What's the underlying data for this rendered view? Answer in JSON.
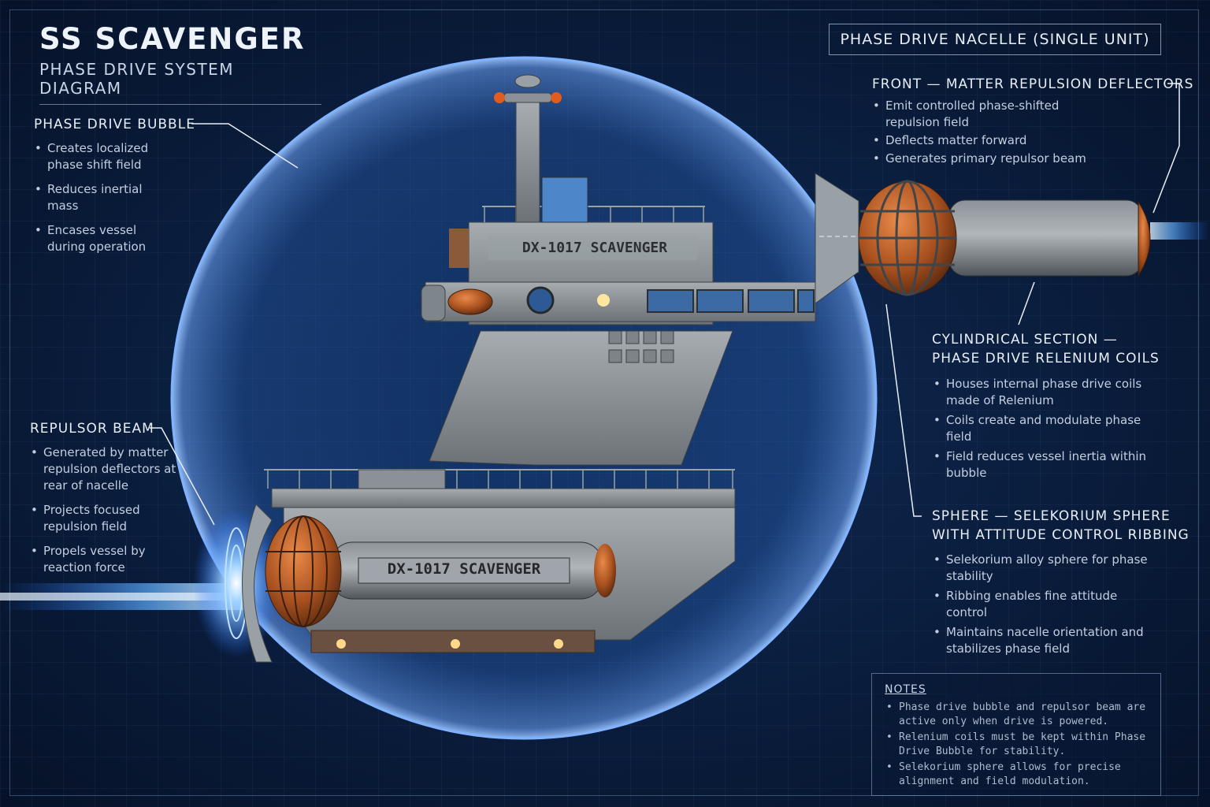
{
  "header": {
    "title": "SS SCAVENGER",
    "subtitle": "PHASE DRIVE SYSTEM DIAGRAM",
    "nacelle_box": "PHASE DRIVE NACELLE (SINGLE UNIT)"
  },
  "ship": {
    "hull_label": "DX-1017 SCAVENGER",
    "nacelle_label": "DX-1017  SCAVENGER"
  },
  "callouts": {
    "bubble": {
      "heading": "PHASE DRIVE BUBBLE",
      "items": [
        "Creates localized phase shift field",
        "Reduces inertial mass",
        "Encases vessel during operation"
      ]
    },
    "repulsor": {
      "heading": "REPULSOR BEAM",
      "items": [
        "Generated by matter repulsion deflectors at rear of nacelle",
        "Projects focused repulsion field",
        "Propels vessel by reaction force"
      ]
    },
    "front": {
      "heading": "FRONT — MATTER REPULSION DEFLECTORS",
      "items": [
        "Emit controlled phase-shifted repulsion field",
        "Deflects matter forward",
        "Generates primary repulsor beam"
      ]
    },
    "cylinder": {
      "heading_line1": "CYLINDRICAL SECTION —",
      "heading_line2": "PHASE DRIVE RELENIUM COILS",
      "items": [
        "Houses internal phase drive coils made of Relenium",
        "Coils create and modulate phase field",
        "Field reduces vessel inertia within bubble"
      ]
    },
    "sphere": {
      "heading_line1": "SPHERE — SELEKORIUM SPHERE",
      "heading_line2": "WITH ATTITUDE CONTROL RIBBING",
      "items": [
        "Selekorium alloy sphere for phase stability",
        "Ribbing enables fine attitude control",
        "Maintains nacelle orientation and stabilizes phase field"
      ]
    }
  },
  "notes": {
    "title": "NOTES",
    "items": [
      "Phase drive bubble and repulsor beam are active only when drive is powered.",
      "Relenium coils must be kept within Phase Drive Bubble for stability.",
      "Selekorium sphere allows for precise alignment and field modulation."
    ]
  },
  "colors": {
    "background": "#0a1d3d",
    "bubble": "#3f7fd8",
    "hull": "#8b9196",
    "copper": "#c8652a",
    "beam": "#7fc4ff"
  }
}
